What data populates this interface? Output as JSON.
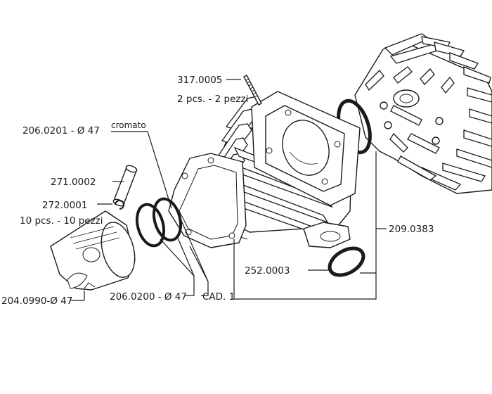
{
  "labels": {
    "head_screw": "317.0005",
    "head_screw_qty": "2 pcs. - 2 pezzi",
    "ring_chrome_note": "cromato",
    "ring_chrome": "206.0201 - Ø 47",
    "piston_pin": "271.0002",
    "pin_clip": "272.0001",
    "pin_clip_qty": "10 pcs. - 10 pezzi",
    "piston": "204.0990-Ø 47",
    "ring": "206.0200 - Ø 47",
    "cad": "CAD. 1",
    "exhaust_gasket": "252.0003",
    "kit": "209.0383"
  }
}
